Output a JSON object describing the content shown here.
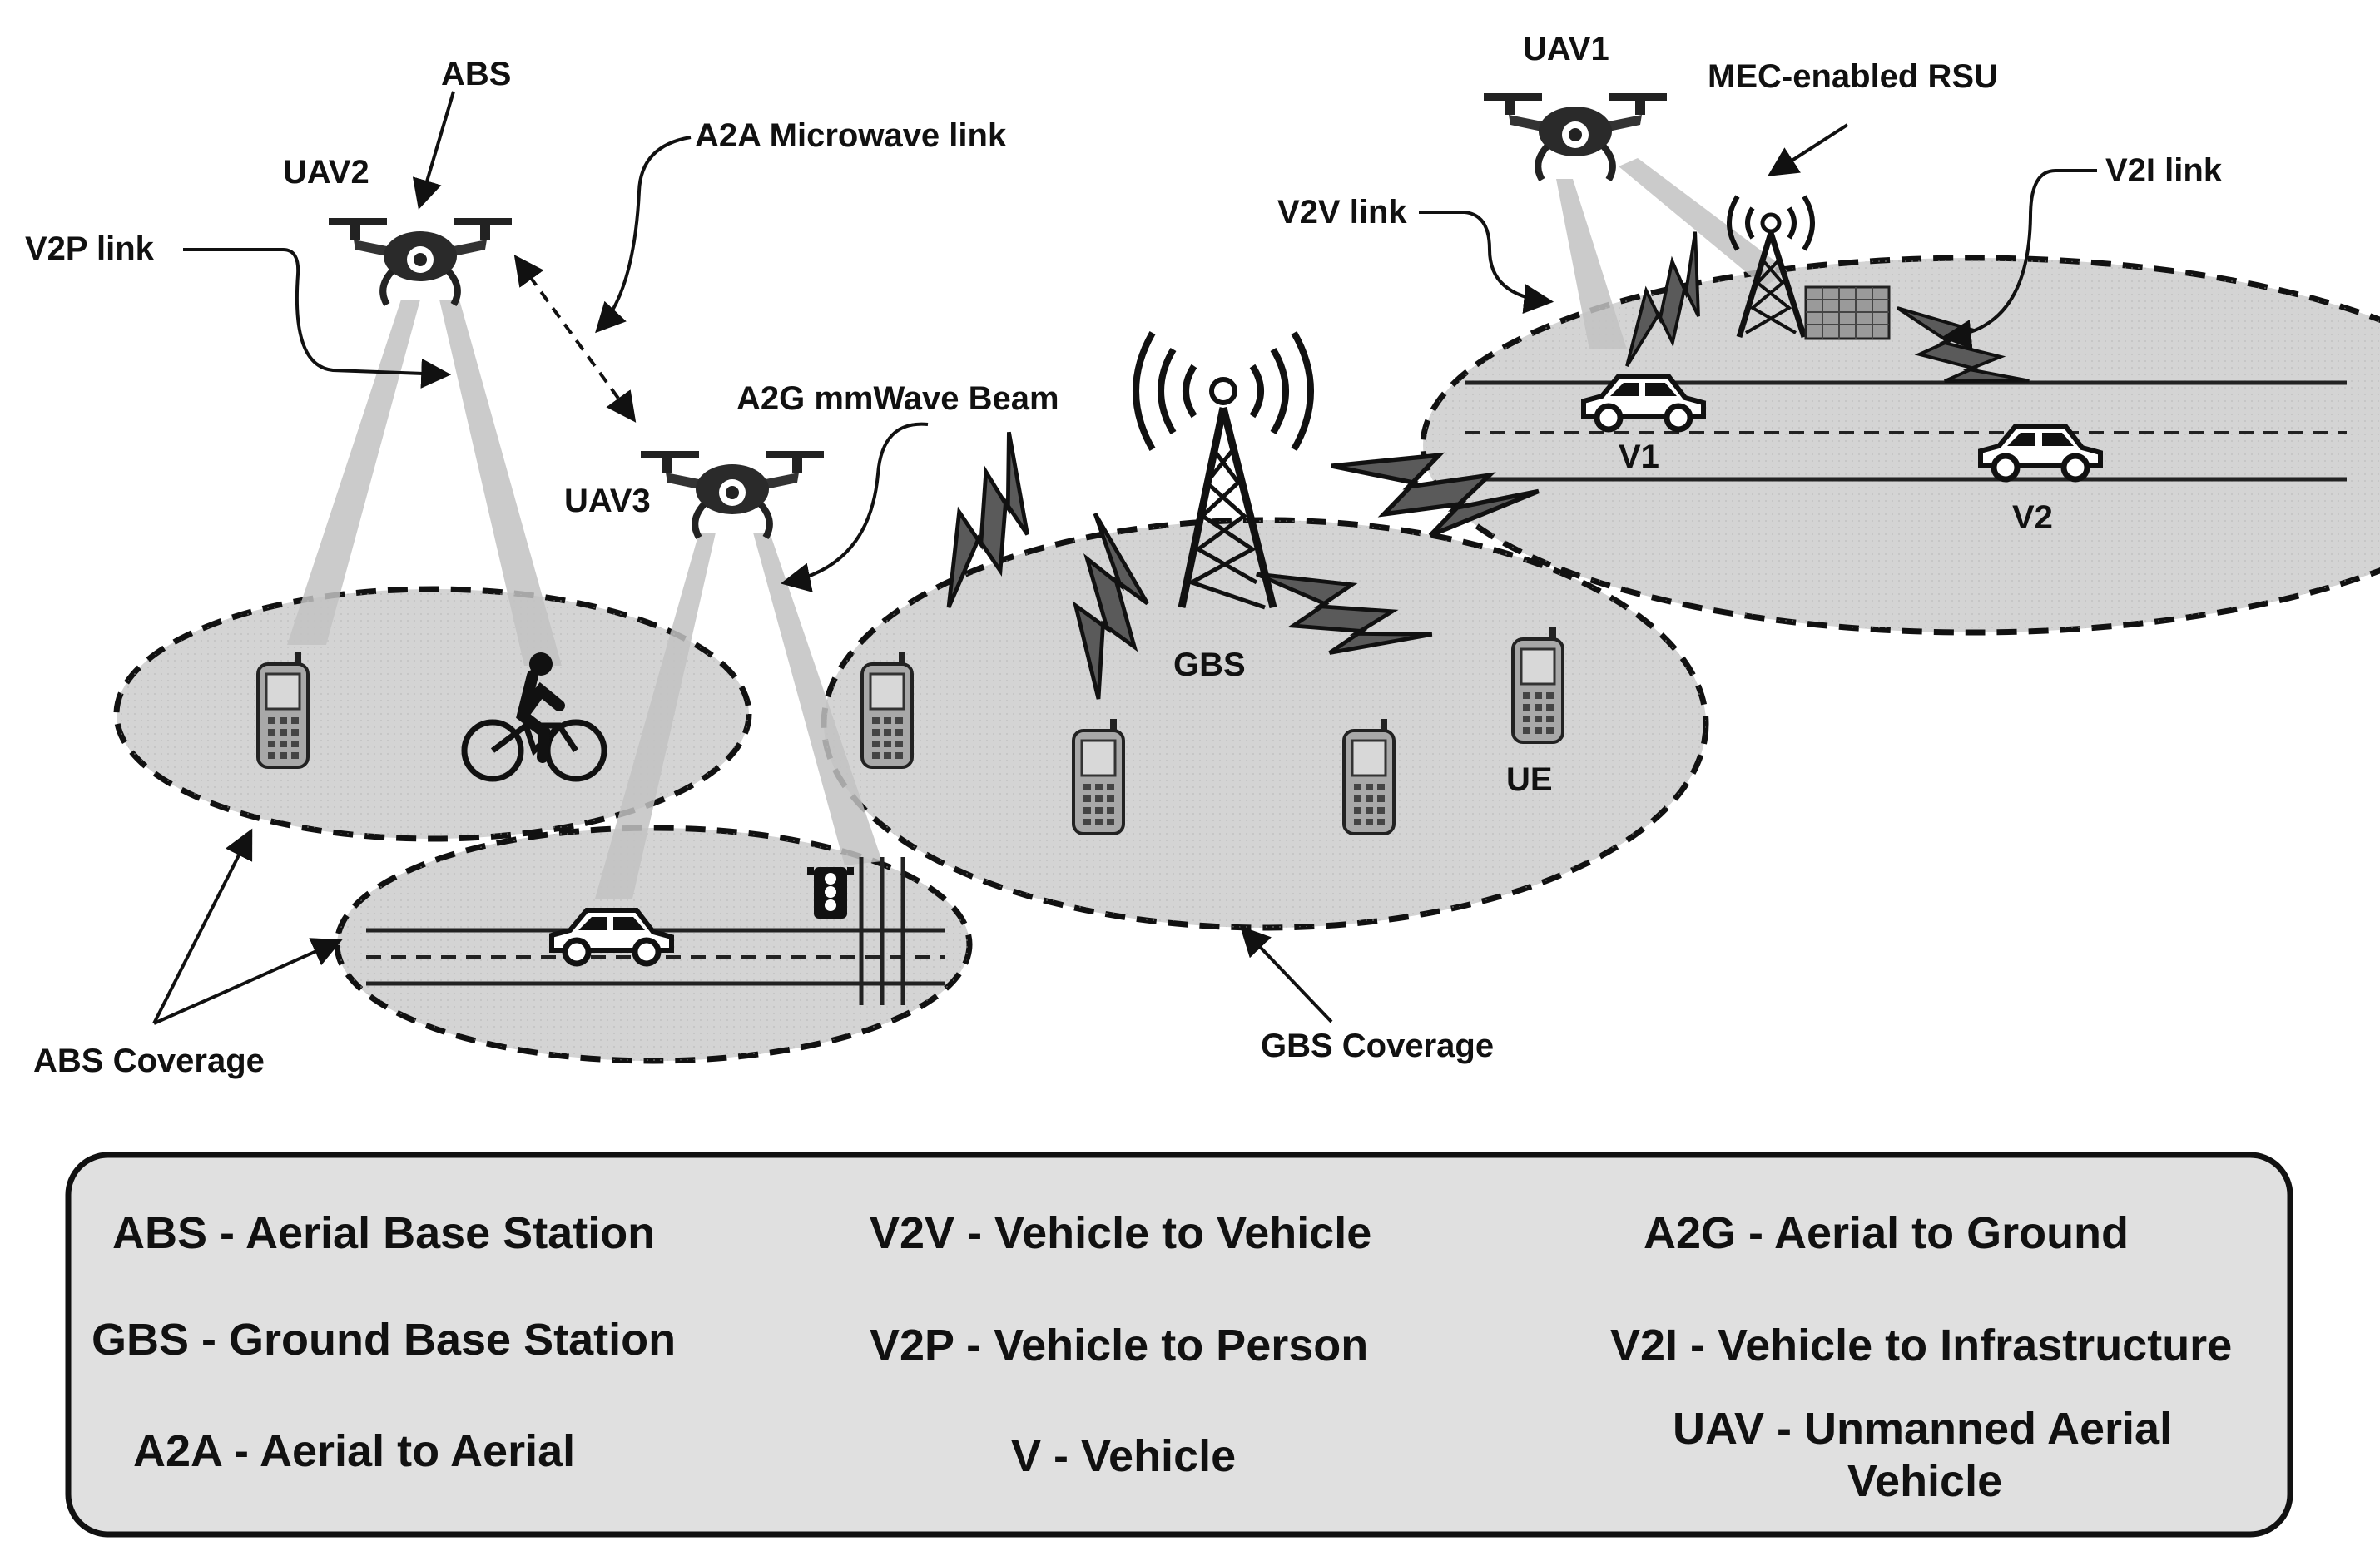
{
  "labels": {
    "abs": "ABS",
    "uav2": "UAV2",
    "v2p_link": "V2P link",
    "a2a_link": "A2A Microwave link",
    "uav3": "UAV3",
    "a2g_beam": "A2G mmWave Beam",
    "uav1": "UAV1",
    "mec_rsu": "MEC-enabled RSU",
    "v2v_link": "V2V link",
    "v2i_link": "V2I link",
    "v1": "V1",
    "v2": "V2",
    "gbs": "GBS",
    "ue": "UE",
    "abs_coverage": "ABS Coverage",
    "gbs_coverage": "GBS Coverage"
  },
  "legend": {
    "items": [
      "ABS - Aerial Base Station",
      "V2V - Vehicle to Vehicle",
      "A2G - Aerial to Ground",
      "GBS - Ground Base Station",
      "V2P - Vehicle to Person",
      "V2I - Vehicle to Infrastructure",
      "A2A - Aerial to Aerial",
      "V - Vehicle",
      "UAV - Unmanned Aerial",
      "Vehicle"
    ]
  },
  "icons": {
    "drone": "drone-icon",
    "phone": "phone-icon",
    "car": "car-icon",
    "tower": "tower-icon",
    "bicycle": "cyclist-icon",
    "traffic_light": "traffic-light-icon",
    "building": "building-icon",
    "lightning": "lightning-icon"
  },
  "colors": {
    "coverage_fill": "#d4d4d4",
    "beam_fill": "#c2c2c2",
    "stroke": "#111111",
    "legend_fill": "#e0e0e0"
  }
}
